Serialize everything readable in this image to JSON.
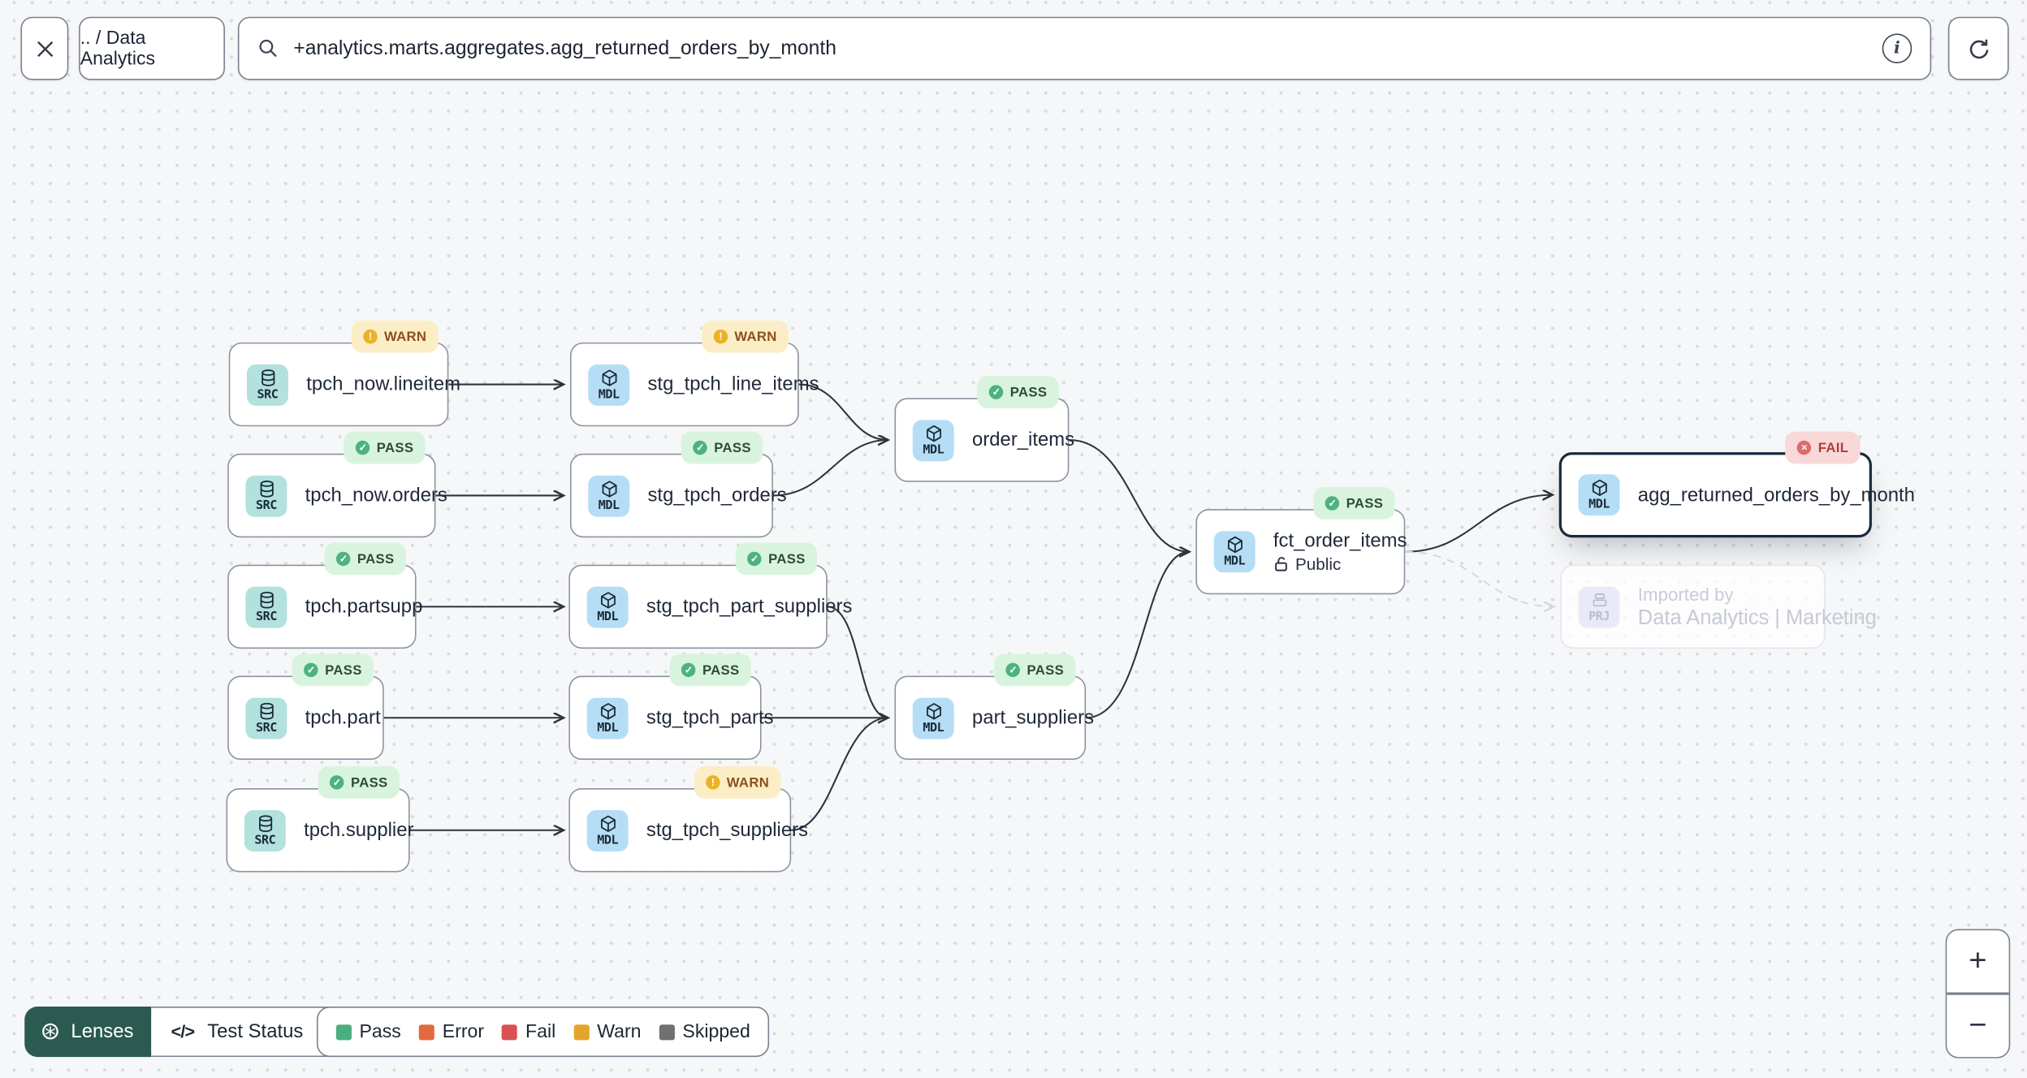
{
  "toolbar": {
    "breadcrumb": ".. / Data Analytics",
    "search": {
      "value": "+analytics.marts.aggregates.agg_returned_orders_by_month"
    }
  },
  "icons": {
    "check": "✓",
    "warn": "!",
    "fail": "×",
    "info": "i",
    "lenses_aperture": "⊛",
    "code": "</>",
    "plus": "+",
    "minus": "−"
  },
  "graph": {
    "nodes": [
      {
        "label": "tpch_now.lineitem",
        "type": "SRC",
        "badge": "WARN"
      },
      {
        "label": "tpch_now.orders",
        "type": "SRC",
        "badge": "PASS"
      },
      {
        "label": "tpch.partsupp",
        "type": "SRC",
        "badge": "PASS"
      },
      {
        "label": "tpch.part",
        "type": "SRC",
        "badge": "PASS"
      },
      {
        "label": "tpch.supplier",
        "type": "SRC",
        "badge": "PASS"
      },
      {
        "label": "stg_tpch_line_items",
        "type": "MDL",
        "badge": "WARN"
      },
      {
        "label": "stg_tpch_orders",
        "type": "MDL",
        "badge": "PASS"
      },
      {
        "label": "stg_tpch_part_suppliers",
        "type": "MDL",
        "badge": "PASS"
      },
      {
        "label": "stg_tpch_parts",
        "type": "MDL",
        "badge": "PASS"
      },
      {
        "label": "stg_tpch_suppliers",
        "type": "MDL",
        "badge": "WARN"
      },
      {
        "label": "order_items",
        "type": "MDL",
        "badge": "PASS"
      },
      {
        "label": "part_suppliers",
        "type": "MDL",
        "badge": "PASS"
      },
      {
        "label": "fct_order_items",
        "type": "MDL",
        "badge": "PASS",
        "access": "Public"
      },
      {
        "label": "agg_returned_orders_by_month",
        "type": "MDL",
        "badge": "FAIL",
        "selected": true
      },
      {
        "label": "Data Analytics | Marketing",
        "type": "PRJ",
        "note": "Imported by",
        "ghost": true
      }
    ]
  },
  "footer": {
    "lenses_label": "Lenses",
    "lens_selected": "Test Status",
    "legend": [
      {
        "label": "Pass",
        "color": "#4cae7e"
      },
      {
        "label": "Error",
        "color": "#e06b3c"
      },
      {
        "label": "Fail",
        "color": "#d95252"
      },
      {
        "label": "Warn",
        "color": "#e4a42c"
      },
      {
        "label": "Skipped",
        "color": "#707070"
      }
    ]
  },
  "zoom_controls": {
    "zoom_in": "+",
    "zoom_out": "−"
  }
}
